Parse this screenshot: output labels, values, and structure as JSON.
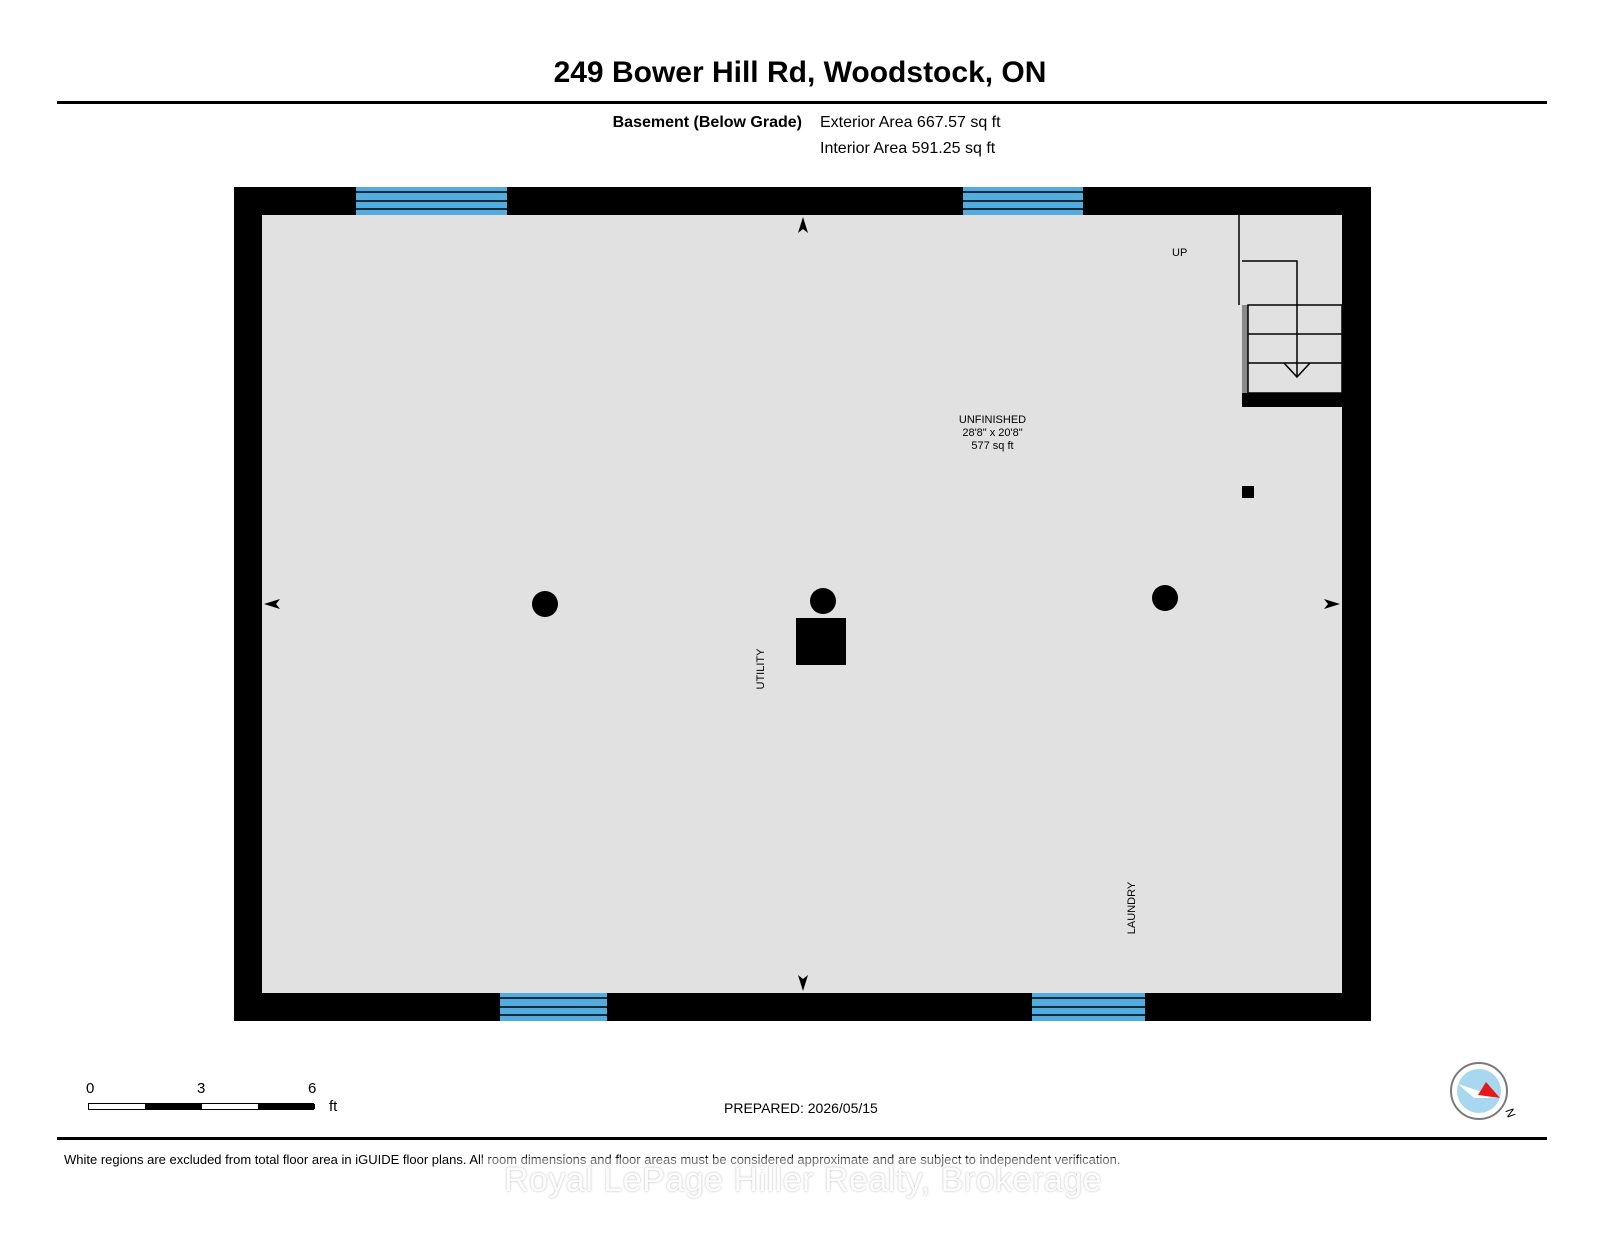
{
  "header": {
    "title": "249 Bower Hill Rd, Woodstock, ON",
    "floor_label": "Basement (Below Grade)",
    "exterior_area": "Exterior Area 667.57 sq ft",
    "interior_area": "Interior Area 591.25 sq ft"
  },
  "plan": {
    "room": {
      "name": "UNFINISHED",
      "dimensions": "28'8\" x 20'8\"",
      "area": "577 sq ft"
    },
    "labels": {
      "stairs": "UP",
      "utility": "UTILITY",
      "laundry": "LAUNDRY"
    },
    "colors": {
      "wall": "#000000",
      "floor": "#e1e1e1",
      "window": "#52acdf"
    }
  },
  "scale_bar": {
    "ticks": [
      "0",
      "3",
      "6"
    ],
    "unit": "ft"
  },
  "compass": {
    "north_label": "N"
  },
  "footer": {
    "prepared": "PREPARED: 2026/05/15",
    "disclaimer": "White regions are excluded from total floor area in iGUIDE floor plans. All room dimensions and floor areas must be considered approximate and are subject to independent verification.",
    "watermark": "Royal LePage Hiller Realty, Brokerage"
  }
}
